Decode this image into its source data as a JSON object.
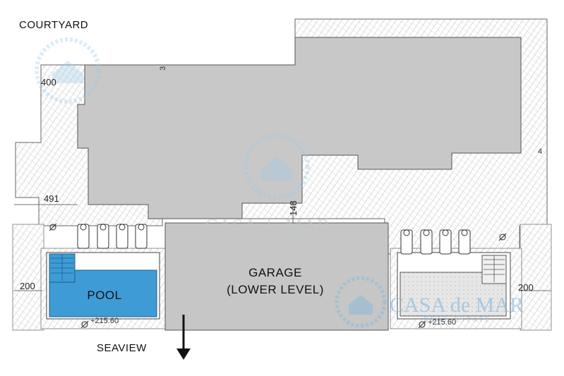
{
  "labels": {
    "courtyard": "COURTYARD",
    "garage_line1": "GARAGE",
    "garage_line2": "(LOWER LEVEL)",
    "pool": "POOL",
    "seaview": "SEAVIEW"
  },
  "dimensions": {
    "d400": "400",
    "d491": "491",
    "d148": "148",
    "d200_left": "200",
    "d200_right": "200",
    "d4": "4",
    "d3": "3"
  },
  "levels": {
    "left": "+215.60",
    "right": "+215.60"
  },
  "watermark": {
    "brand": "CASA de MAR",
    "tagline": "REAL ESTATE"
  },
  "colors": {
    "building": "#c8c8c8",
    "pool_left": "#3e9bd6",
    "pool_right": "#e8e8e8",
    "hatch": "#8a8a8a",
    "watermark": "#9ec9e6"
  }
}
